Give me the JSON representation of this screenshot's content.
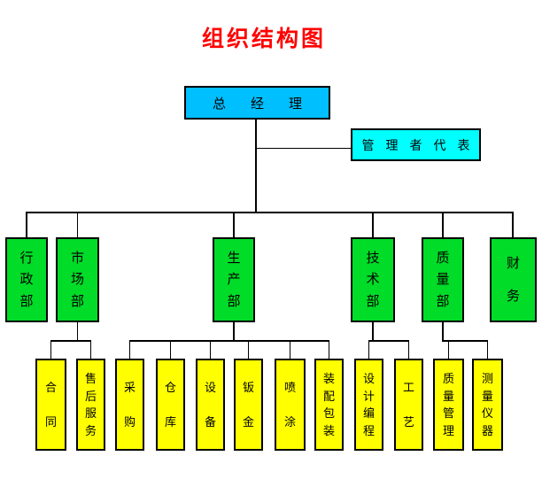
{
  "org": {
    "title": "组织结构图",
    "general_manager": "总经理",
    "management_representative": "管理者代表",
    "departments": [
      {
        "label": "行政部",
        "children": []
      },
      {
        "label": "市场部",
        "children": [
          "合同",
          "售后服务"
        ]
      },
      {
        "label": "生产部",
        "children": [
          "采购",
          "仓库",
          "设备",
          "钣金",
          "喷涂",
          "装配包装"
        ]
      },
      {
        "label": "技术部",
        "children": [
          "设计编程",
          "工艺"
        ]
      },
      {
        "label": "质量部",
        "children": [
          "质量管理",
          "测量仪器"
        ]
      },
      {
        "label": "财务",
        "children": []
      }
    ]
  },
  "colors": {
    "title_text": "#FF0000",
    "general_manager_box": "#00BFFF",
    "management_representative_box": "#00FFFF",
    "department_box": "#00DC28",
    "section_box": "#FFFF00",
    "box_text": "#000000",
    "connector": "#000000",
    "background": "#FFFFFF"
  }
}
